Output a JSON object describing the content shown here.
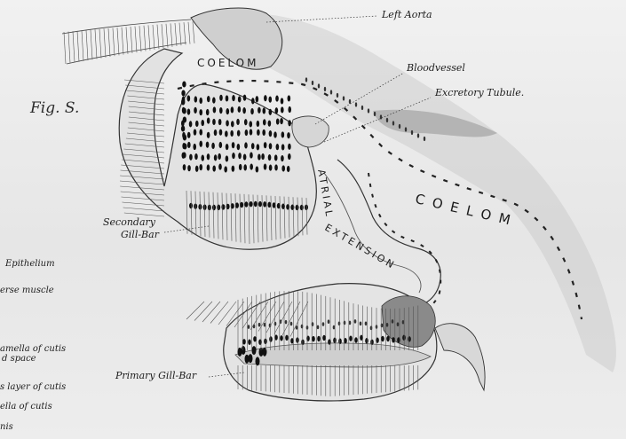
{
  "figure_label": "Fig. S.",
  "labels": {
    "left_aorta": "Left Aorta",
    "bloodvessel": "Bloodvessel",
    "excretory_tubule": "Excretory Tubule.",
    "secondary_gill_bar_line1": "Secondary",
    "secondary_gill_bar_line2": "Gill-Bar",
    "primary_gill_bar": "Primary Gill-Bar",
    "coelom_upper": "COELOM",
    "coelom_right": "COELOM",
    "atrial": "ATRIAL",
    "extension": "EXTENSION"
  },
  "left_margin_labels": [
    "Epithelium",
    "erse muscle",
    "amella of cutis",
    "d space",
    "s layer of cutis",
    "ella of cutis",
    "nis"
  ],
  "colors": {
    "ink": "#1d1d1d",
    "shade": "#9a9a9a",
    "paper": "#ececec"
  }
}
